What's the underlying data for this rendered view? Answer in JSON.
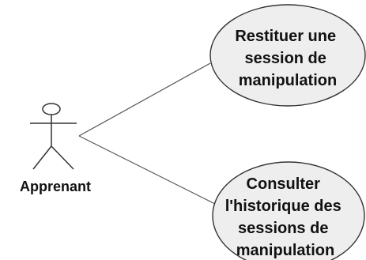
{
  "diagram": {
    "type": "use-case",
    "actor": {
      "name": "Apprenant"
    },
    "use_cases": [
      {
        "lines": [
          "Restituer une",
          "session de",
          "manipulation"
        ]
      },
      {
        "lines": [
          "Consulter",
          "l'historique des",
          "sessions de",
          "manipulation"
        ]
      }
    ],
    "colors": {
      "usecase_fill": "#eeeeee",
      "stroke": "#333333",
      "text": "#111111"
    }
  }
}
